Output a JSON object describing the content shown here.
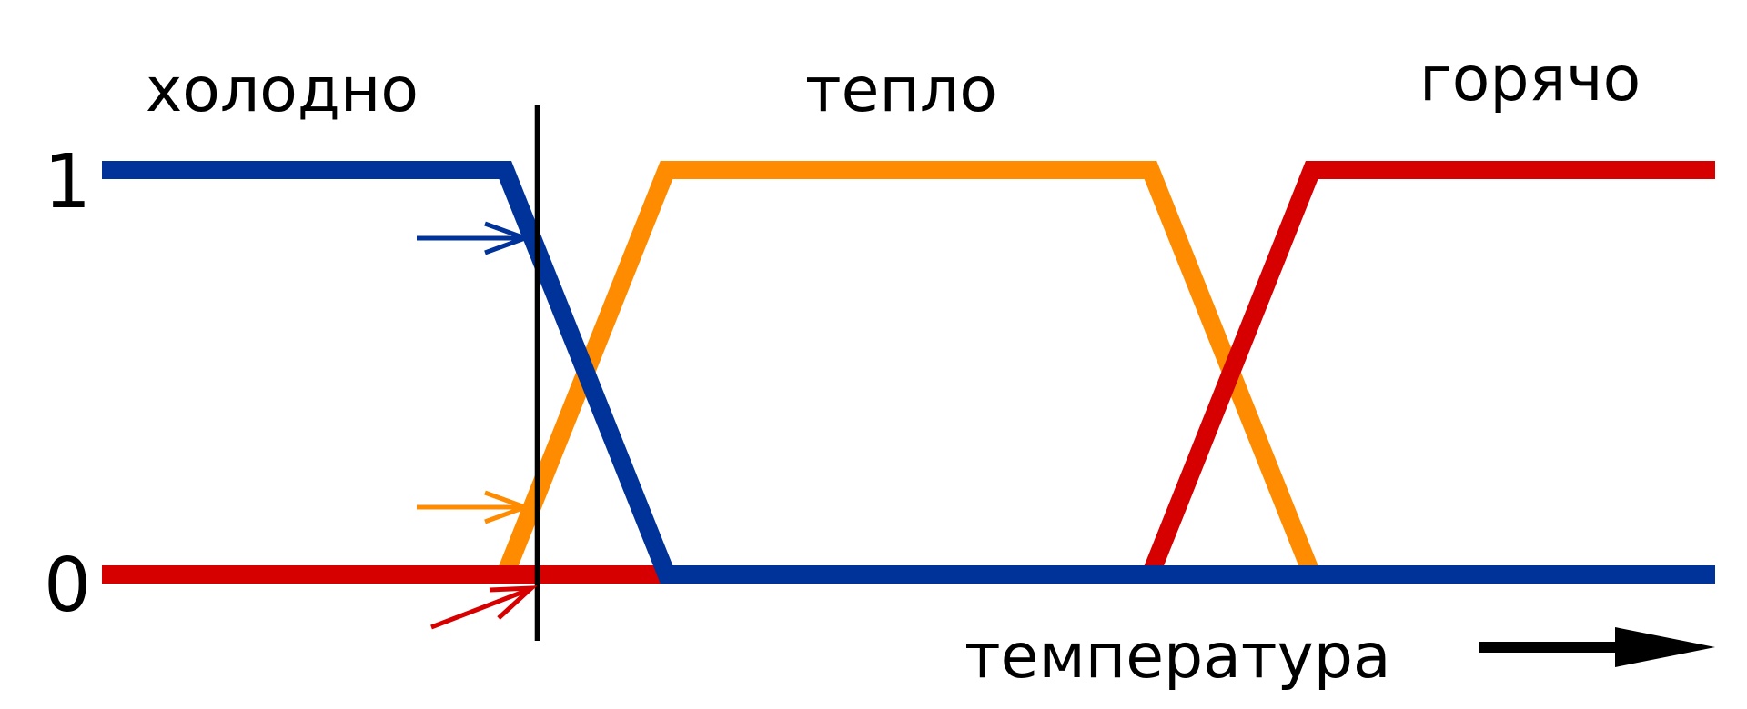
{
  "diagram": {
    "set_labels": {
      "cold": "холодно",
      "warm": "тепло",
      "hot": "горячо"
    },
    "y_tick_one": "1",
    "y_tick_zero": "0",
    "axis_label": "температура"
  },
  "colors": {
    "cold": "#003399",
    "warm": "#ff8c00",
    "hot": "#d60000",
    "marker": "#000000",
    "background": "#ffffff"
  },
  "chart_data": {
    "type": "line",
    "title": "",
    "xlabel": "температура",
    "ylabel": "",
    "yticks": [
      "0",
      "1"
    ],
    "ylim": [
      0,
      1
    ],
    "x": [
      0,
      5,
      7,
      13,
      15,
      20
    ],
    "series": [
      {
        "name": "холодно",
        "color": "#003399",
        "values": [
          1,
          1,
          0,
          0,
          0,
          0
        ]
      },
      {
        "name": "тепло",
        "color": "#ff8c00",
        "values": [
          0,
          0,
          1,
          1,
          0,
          0
        ]
      },
      {
        "name": "горячо",
        "color": "#d60000",
        "values": [
          0,
          0,
          0,
          0,
          1,
          1
        ]
      }
    ],
    "marker_x": 5.4,
    "marker_memberships": {
      "холодно": 0.8,
      "тепло": 0.2,
      "горячо": 0
    }
  }
}
